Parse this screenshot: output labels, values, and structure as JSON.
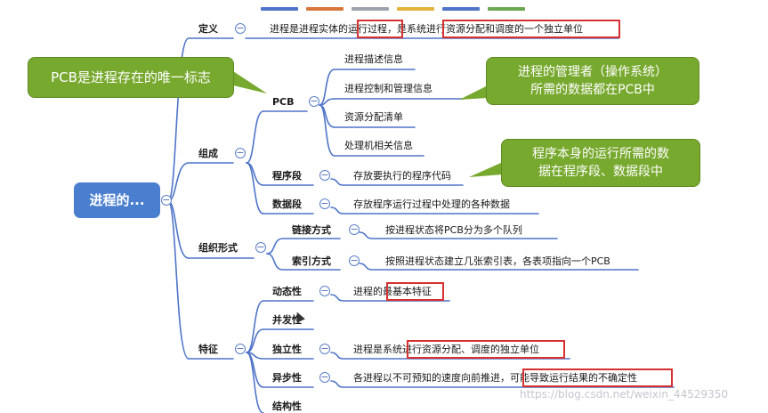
{
  "root": {
    "label": "进程的..."
  },
  "branches": {
    "definition": {
      "label": "定义",
      "text_before": "进程是进程实体的",
      "highlight_1": "运行过程",
      "text_middle": "，是系统",
      "highlight_2": "进行资源分配和调度的一个独立单位"
    },
    "composition": {
      "label": "组成",
      "pcb": {
        "label": "PCB",
        "items": [
          "进程描述信息",
          "进程控制和管理信息",
          "资源分配清单",
          "处理机相关信息"
        ]
      },
      "program_segment": {
        "label": "程序段",
        "desc": "存放要执行的程序代码"
      },
      "data_segment": {
        "label": "数据段",
        "desc": "存放程序运行过程中处理的各种数据"
      }
    },
    "organization": {
      "label": "组织形式",
      "link": {
        "label": "链接方式",
        "desc": "按进程状态将PCB分为多个队列"
      },
      "index": {
        "label": "索引方式",
        "desc": "按照进程状态建立几张索引表，各表项指向一个PCB"
      }
    },
    "features": {
      "label": "特征",
      "dynamic": {
        "label": "动态性",
        "desc_before": "进程的",
        "desc_highlight": "最基本特征"
      },
      "concurrent": {
        "label": "并发性"
      },
      "independent": {
        "label": "独立性",
        "desc_before": "进程是系统",
        "desc_highlight": "进行资源分配、调度的独立单位"
      },
      "async": {
        "label": "异步性",
        "desc_before": "各进程以不可预知的速度向前推进，",
        "desc_highlight": "可能导致运行结果的不确定性"
      },
      "structural": {
        "label": "结构性"
      }
    }
  },
  "callouts": {
    "pcb_unique": "PCB是进程存在的唯一标志",
    "os_data_1": "进程的管理者（操作系统）",
    "os_data_2": "所需的数据都在PCB中",
    "program_data_1": "程序本身的运行所需的数",
    "program_data_2": "据在程序段、数据段中"
  },
  "colors": {
    "tabs": [
      "#4f74c8",
      "#d9763b",
      "#9da3ad",
      "#e3b23c",
      "#4f74c8",
      "#6ba84f"
    ],
    "line": "#4f74c8",
    "highlight_border": "#d63030",
    "callout_fill": "#78a92f",
    "root_fill": "#4a7fcf"
  },
  "watermark": "https://blog.csdn.net/weixin_44529350"
}
